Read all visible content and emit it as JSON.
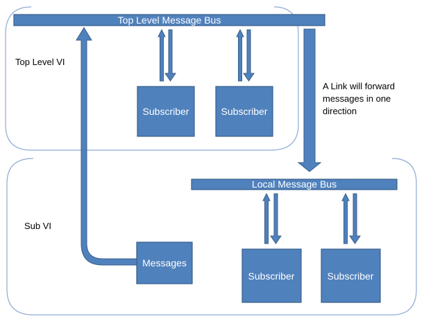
{
  "regions": {
    "top": "Top Level VI",
    "sub": "Sub VI"
  },
  "buses": {
    "top": "Top Level Message Bus",
    "local": "Local Message Bus"
  },
  "boxes": {
    "top_sub1": "Subscriber",
    "top_sub2": "Subscriber",
    "local_sub1": "Subscriber",
    "local_sub2": "Subscriber",
    "messages": "Messages"
  },
  "link_note": [
    "A Link will forward",
    "messages in one",
    "direction"
  ],
  "colors": {
    "fill": "#4f81bd",
    "stroke": "#385d8a",
    "region_outline": "#8eaad4"
  }
}
